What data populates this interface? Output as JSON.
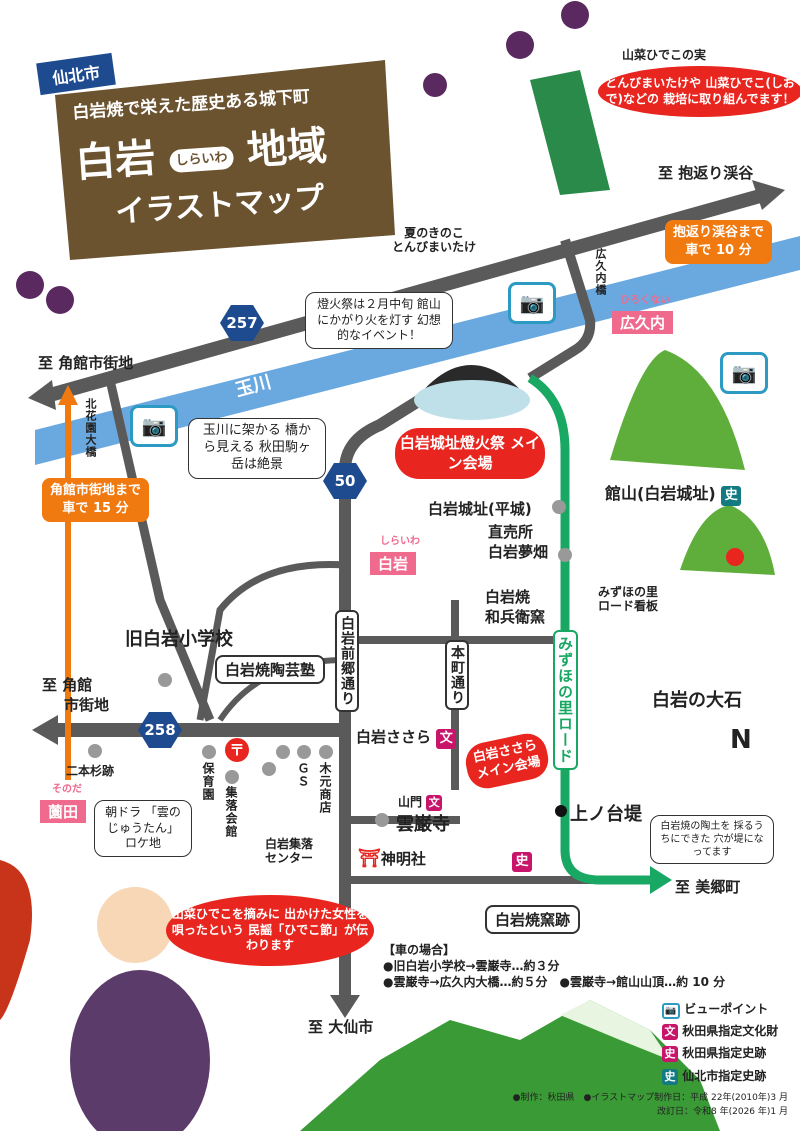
{
  "title": {
    "city": "仙北市",
    "subtitle": "白岩焼で栄えた歴史ある城下町",
    "main": "白岩",
    "reading": "しらいわ",
    "main2": "地域",
    "line2": "イラストマップ"
  },
  "routes": {
    "r257": "257",
    "r50": "50",
    "r258": "258"
  },
  "directions": {
    "kakunodate_top": "至 角館市街地",
    "dakigaeri": "至 抱返り渓谷",
    "kakunodate_mid1": "至 角館",
    "kakunodate_mid2": "市街地",
    "misato": "至 美郷町",
    "daisen": "至 大仙市"
  },
  "orange_boxes": {
    "dakigaeri_time1": "抱返り渓谷まで",
    "dakigaeri_time2": "車で 10 分",
    "kakunodate_time1": "角館市街地まで",
    "kakunodate_time2": "車で 15 分"
  },
  "areas": {
    "hirokunai": {
      "reading": "ひろくない",
      "name": "広久内"
    },
    "shiraiwa": {
      "reading": "しらいわ",
      "name": "白岩"
    },
    "sonoda": {
      "reading": "そのだ",
      "name": "薗田"
    }
  },
  "labels": {
    "sansai": "山菜ひでこの実",
    "kinoko1": "夏のきのこ",
    "kinoko2": "とんびまいたけ",
    "river": "玉川",
    "hirokunai_bridge": "広久内橋",
    "kitahanazono_bridge": "北花園大橋",
    "tateyama": "館山(白岩城址)",
    "castle_site": "白岩城址(平城)",
    "chokubai1": "直売所",
    "chokubai2": "白岩夢畑",
    "kamamoto1": "白岩焼",
    "kamamoto2": "和兵衛窯",
    "mizuho_sign1": "みずほの里",
    "mizuho_sign2": "ロード看板",
    "oishi": "白岩の大石",
    "old_school": "旧白岩小学校",
    "pottery_school": "白岩焼陶芸塾",
    "maegou": "白岩前郷通り",
    "honmachi": "本町通り",
    "mizuho_road": "みずほの里ロード",
    "sasara": "白岩ささら",
    "sanmon": "山門",
    "unganji": "雲巌寺",
    "kaminodai": "上ノ台堤",
    "shinmeisha": "神明社",
    "kiln_ruins": "白岩焼窯跡",
    "nihonsugi": "二本杉跡",
    "hoikuen": "保育園",
    "shukai": "集落会館",
    "gs": "ＧＳ",
    "kimoto": "木元商店",
    "center1": "白岩集落",
    "center2": "センター",
    "bun": "文",
    "shi": "史"
  },
  "bubbles": {
    "farmer": "とんびまいたけや 山菜ひでこ(しおで)などの 栽培に取り組んでます！",
    "tomobi": "燈火祭は２月中旬 館山にかがり火を灯す 幻想的なイベント！",
    "festival_main": "白岩城址燈火祭 メイン会場",
    "bridge_view": "玉川に架かる 橋から見える 秋田駒ヶ岳は絶景",
    "sasara_main": "白岩ささら メイン会場",
    "asadora": "朝ドラ 「雲のじゅうたん」 ロケ地",
    "pond": "白岩焼の陶土を 採るうちにできた 穴が堤になってます",
    "hideko": "山菜ひでこを摘みに 出かけた女性を唄ったという 民謡「ひでこ節」が伝わります"
  },
  "car_info": {
    "heading": "【車の場合】",
    "line1": "●旧白岩小学校→雲巌寺…約３分",
    "line2": "●雲巌寺→広久内大橋…約５分",
    "line3": "●雲巌寺→館山山頂…約 10 分"
  },
  "legend": [
    {
      "icon": "camera-icon",
      "label": "ビューポイント",
      "color": "#2d9ac4"
    },
    {
      "icon": "bun",
      "label": "秋田県指定文化財",
      "color": "#c8156a"
    },
    {
      "icon": "shi",
      "label": "秋田県指定史跡",
      "color": "#c8156a"
    },
    {
      "icon": "shi",
      "label": "仙北市指定史跡",
      "color": "#127a80"
    }
  ],
  "legend_glyphs": {
    "bun": "文",
    "shi": "史",
    "north": "N"
  },
  "credits": {
    "maker": "●制作：秋田県",
    "made": "●イラストマップ制作日：平成 22年(2010年)3 月",
    "revised": "改訂日：令和8 年(2026 年)1 月"
  },
  "colors": {
    "road": "#5a5a5a",
    "river": "#6aa8e0",
    "green_road": "#18a864",
    "orange": "#f07a10",
    "red": "#e8261f",
    "pink": "#f06a8e",
    "board": "#6b5330",
    "navy": "#1e4b8f"
  }
}
